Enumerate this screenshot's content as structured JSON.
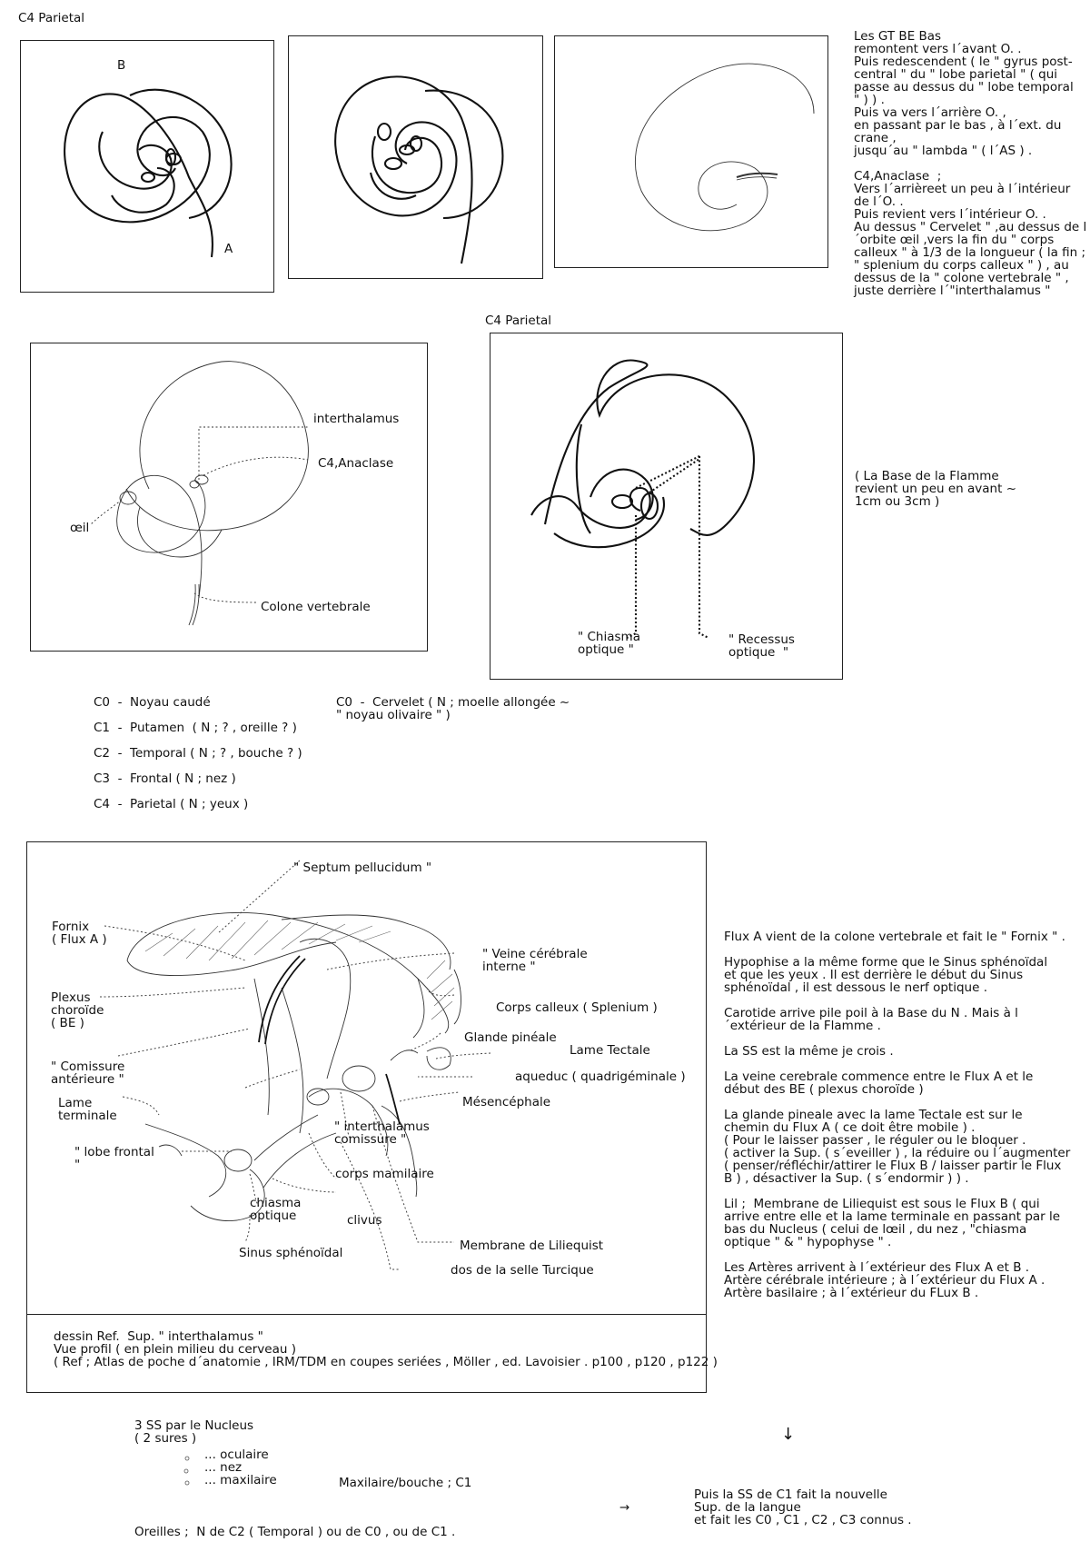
{
  "top": {
    "title": "C4 Parietal",
    "label_b": "B",
    "label_a": "A",
    "notes": "Les GT BE Bas\nremontent vers l´avant O. .\nPuis redescendent ( le \" gyrus post-\ncentral \" du \" lobe parietal \" ( qui\npasse au dessus du \" lobe temporal\n\" ) ) .\nPuis va vers l´arrière O. ,\nen passant par le bas , à l´ext. du\ncrane ,\njusqu´au \" lambda \" ( l´AS ) .\n\nC4,Anaclase  ;\nVers l´arrièreet un peu à l´intérieur\nde l´O. .\nPuis revient vers l´intérieur O. .\nAu dessus \" Cervelet \" ,au dessus de l\n´orbite œil ,vers la fin du \" corps\ncalleux \" à 1/3 de la longueur ( la fin ;\n\" splenium du corps calleux \" ) , au\ndessus de la \" colone vertebrale \" ,\njuste derrière l´\"interthalamus \""
  },
  "middle": {
    "title": "C4 Parietal",
    "left_labels": {
      "interthalamus": "interthalamus",
      "anaclase": "C4,Anaclase",
      "oeil": "œil",
      "colone": "Colone vertebrale"
    },
    "right_labels": {
      "chiasma": "\" Chiasma\noptique \"",
      "recessus": "\" Recessus\noptique  \""
    },
    "note": "( La Base de la Flamme\nrevient un peu en avant ~\n1cm ou 3cm )"
  },
  "legend": {
    "left": [
      "C0  -  Noyau caudé",
      "C1  -  Putamen  ( N ; ? , oreille ? )",
      "C2  -  Temporal ( N ; ? , bouche ? )",
      "C3  -  Frontal ( N ; nez )",
      "C4  -  Parietal ( N ; yeux )"
    ],
    "right": "C0  -  Cervelet ( N ; moelle allongée ~\n\" noyau olivaire \" )"
  },
  "anatomy": {
    "labels": {
      "septum": "\" Septum pellucidum \"",
      "fornix": "Fornix\n( Flux A )",
      "plexus": "Plexus\nchoroïde\n( BE )",
      "comissure": "\" Comissure\nantérieure \"",
      "lame_terminale": "Lame\nterminale",
      "lobe_frontal": "\" lobe frontal\n\"",
      "veine": "\" Veine cérébrale\ninterne \"",
      "corps_calleux": "Corps calleux ( Splenium )",
      "glande": "Glande pinéale",
      "lame_tectale": "Lame Tectale",
      "aqueduc": "aqueduc ( quadrigéminale )",
      "mesencephale": "Mésencéphale",
      "interthalamus": "\" interthalamus\ncomissure \"",
      "corps_mamilaire": "corps mamilaire",
      "chiasma": "chiasma\noptique",
      "clivus": "clivus",
      "sinus": "Sinus sphénoïdal",
      "membrane": "Membrane de Liliequist",
      "dos": "dos de la selle Turcique"
    },
    "caption": "dessin Ref.  Sup. \" interthalamus \"\nVue profil ( en plein milieu du cerveau )\n( Ref ; Atlas de poche d´anatomie , IRM/TDM en coupes seriées , Möller , ed. Lavoisier . p100 , p120 , p122 )"
  },
  "right_notes": "Flux A vient de la colone vertebrale et fait le \" Fornix \" .\n\nHypophise a la même forme que le Sinus sphénoïdal\net que les yeux . Il est derrière le début du Sinus\nsphénoïdal , il est dessous le nerf optique .\n\nCarotide arrive pile poil à la Base du N . Mais à l\n´extérieur de la Flamme .\n\nLa SS est la même je crois .\n\nLa veine cerebrale commence entre le Flux A et le\ndébut des BE ( plexus choroïde )\n\nLa glande pineale avec la lame Tectale est sur le\nchemin du Flux A ( ce doit être mobile ) .\n( Pour le laisser passer , le réguler ou le bloquer .\n( activer la Sup. ( s´eveiller ) , la réduire ou l´augmenter\n( penser/réfléchir/attirer le Flux B / laisser partir le Flux\nB ) , désactiver la Sup. ( s´endormir ) ) .\n\nLil ;  Membrane de Liliequist est sous le Flux B ( qui\narrive entre elle et la lame terminale en passant par le\nbas du Nucleus ( celui de lœil , du nez , \"chiasma\noptique \" & \" hypophyse \" .\n\nLes Artères arrivent à l´extérieur des Flux A et B .\nArtère cérébrale intérieure ; à l´extérieur du Flux A .\nArtère basilaire ; à l´extérieur du FLux B .",
  "bottom": {
    "ss_title": "3 SS par le Nucleus\n( 2 sures )",
    "ss_items": [
      "... oculaire",
      "... nez",
      "... maxilaire"
    ],
    "maxilaire": "Maxilaire/bouche ; C1",
    "arrow_down": "↓",
    "arrow_right": "→",
    "puis": "Puis la SS de C1 fait la nouvelle\nSup. de la langue\net fait les C0 , C1 , C2 , C3 connus .",
    "oreilles": "Oreilles ;  N de C2 ( Temporal ) ou de C0 , ou de C1 ."
  }
}
